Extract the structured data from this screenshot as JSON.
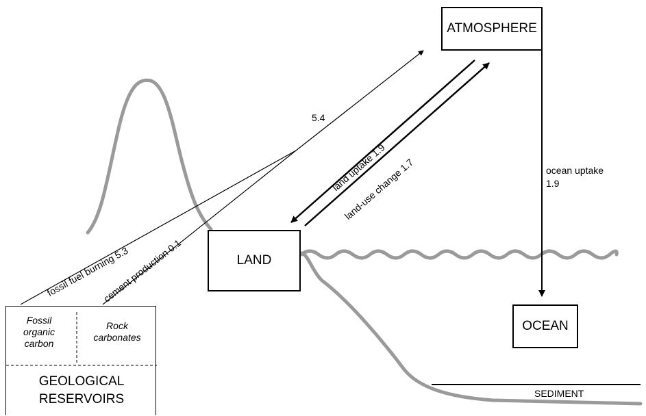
{
  "nodes": {
    "atmosphere": "ATMOSPHERE",
    "land": "LAND",
    "ocean": "OCEAN",
    "sediment": "SEDIMENT",
    "geological_line1": "GEOLOGICAL",
    "geological_line2": "RESERVOIRS",
    "fossil_line1": "Fossil",
    "fossil_line2": "organic",
    "fossil_line3": "carbon",
    "rock_line1": "Rock",
    "rock_line2": "carbonates"
  },
  "flows": {
    "fossil_total": "5.4",
    "fossil_fuel": "fossil fuel burning 5.3",
    "cement": "cement production 0.1",
    "land_uptake": "land uptake 1.9",
    "land_use": "land-use change 1.7",
    "ocean_uptake_line1": "ocean uptake",
    "ocean_uptake_line2": "1.9"
  },
  "colors": {
    "terrain": "#9a9a9a",
    "ink": "#000000"
  }
}
